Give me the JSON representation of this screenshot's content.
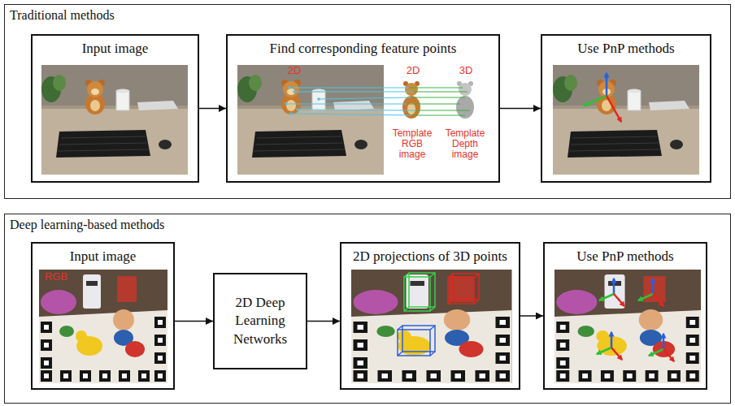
{
  "diagram": {
    "nodes": [
      {
        "text": [
          "Traditional methods"
        ]
      },
      {
        "text": [
          "Input image"
        ],
        "in": 0
      },
      {
        "text": [
          "Find corresponding feature points"
        ],
        "in": 0
      },
      {
        "text": [
          "Use PnP methods"
        ],
        "in": 0
      },
      {
        "text": [
          "Deep learning-based methods"
        ]
      },
      {
        "text": [
          "Input image"
        ],
        "in": 4
      },
      {
        "text": [
          "2D Deep Learning Networks"
        ],
        "in": 4
      },
      {
        "text": [
          "2D projections of 3D points"
        ],
        "in": 4
      },
      {
        "text": [
          "Use PnP methods"
        ],
        "in": 4
      }
    ],
    "edges": [
      {
        "from": 1,
        "to": 2,
        "arrow": "to"
      },
      {
        "from": 2,
        "to": 3,
        "arrow": "to"
      },
      {
        "from": 5,
        "to": 6,
        "arrow": "to"
      },
      {
        "from": 6,
        "to": 7,
        "arrow": "to"
      },
      {
        "from": 7,
        "to": 8,
        "arrow": "to"
      }
    ],
    "labels": [
      "2D",
      "2D",
      "3D",
      "Template RGB image",
      "Template Depth image",
      "RGB"
    ]
  }
}
